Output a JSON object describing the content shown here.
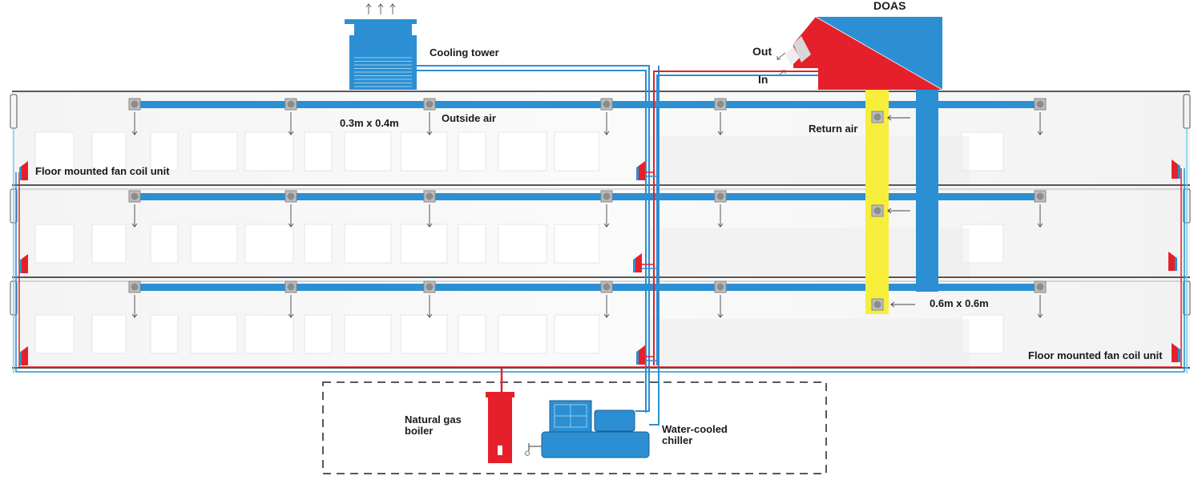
{
  "labels": {
    "doas": "DOAS",
    "out": "Out",
    "in": "In",
    "cooling_tower": "Cooling tower",
    "duct_small": "0.3m x 0.4m",
    "outside_air": "Outside air",
    "return_air": "Return air",
    "duct_large": "0.6m x 0.6m",
    "fcu_left": "Floor mounted fan coil unit",
    "fcu_right": "Floor mounted fan coil unit",
    "boiler_line1": "Natural gas",
    "boiler_line2": "boiler",
    "chiller_line1": "Water-cooled",
    "chiller_line2": "chiller"
  },
  "colors": {
    "cold": "#2c8fd3",
    "hot": "#e5202a",
    "return": "#f7ee3c",
    "slab": "#222222"
  }
}
